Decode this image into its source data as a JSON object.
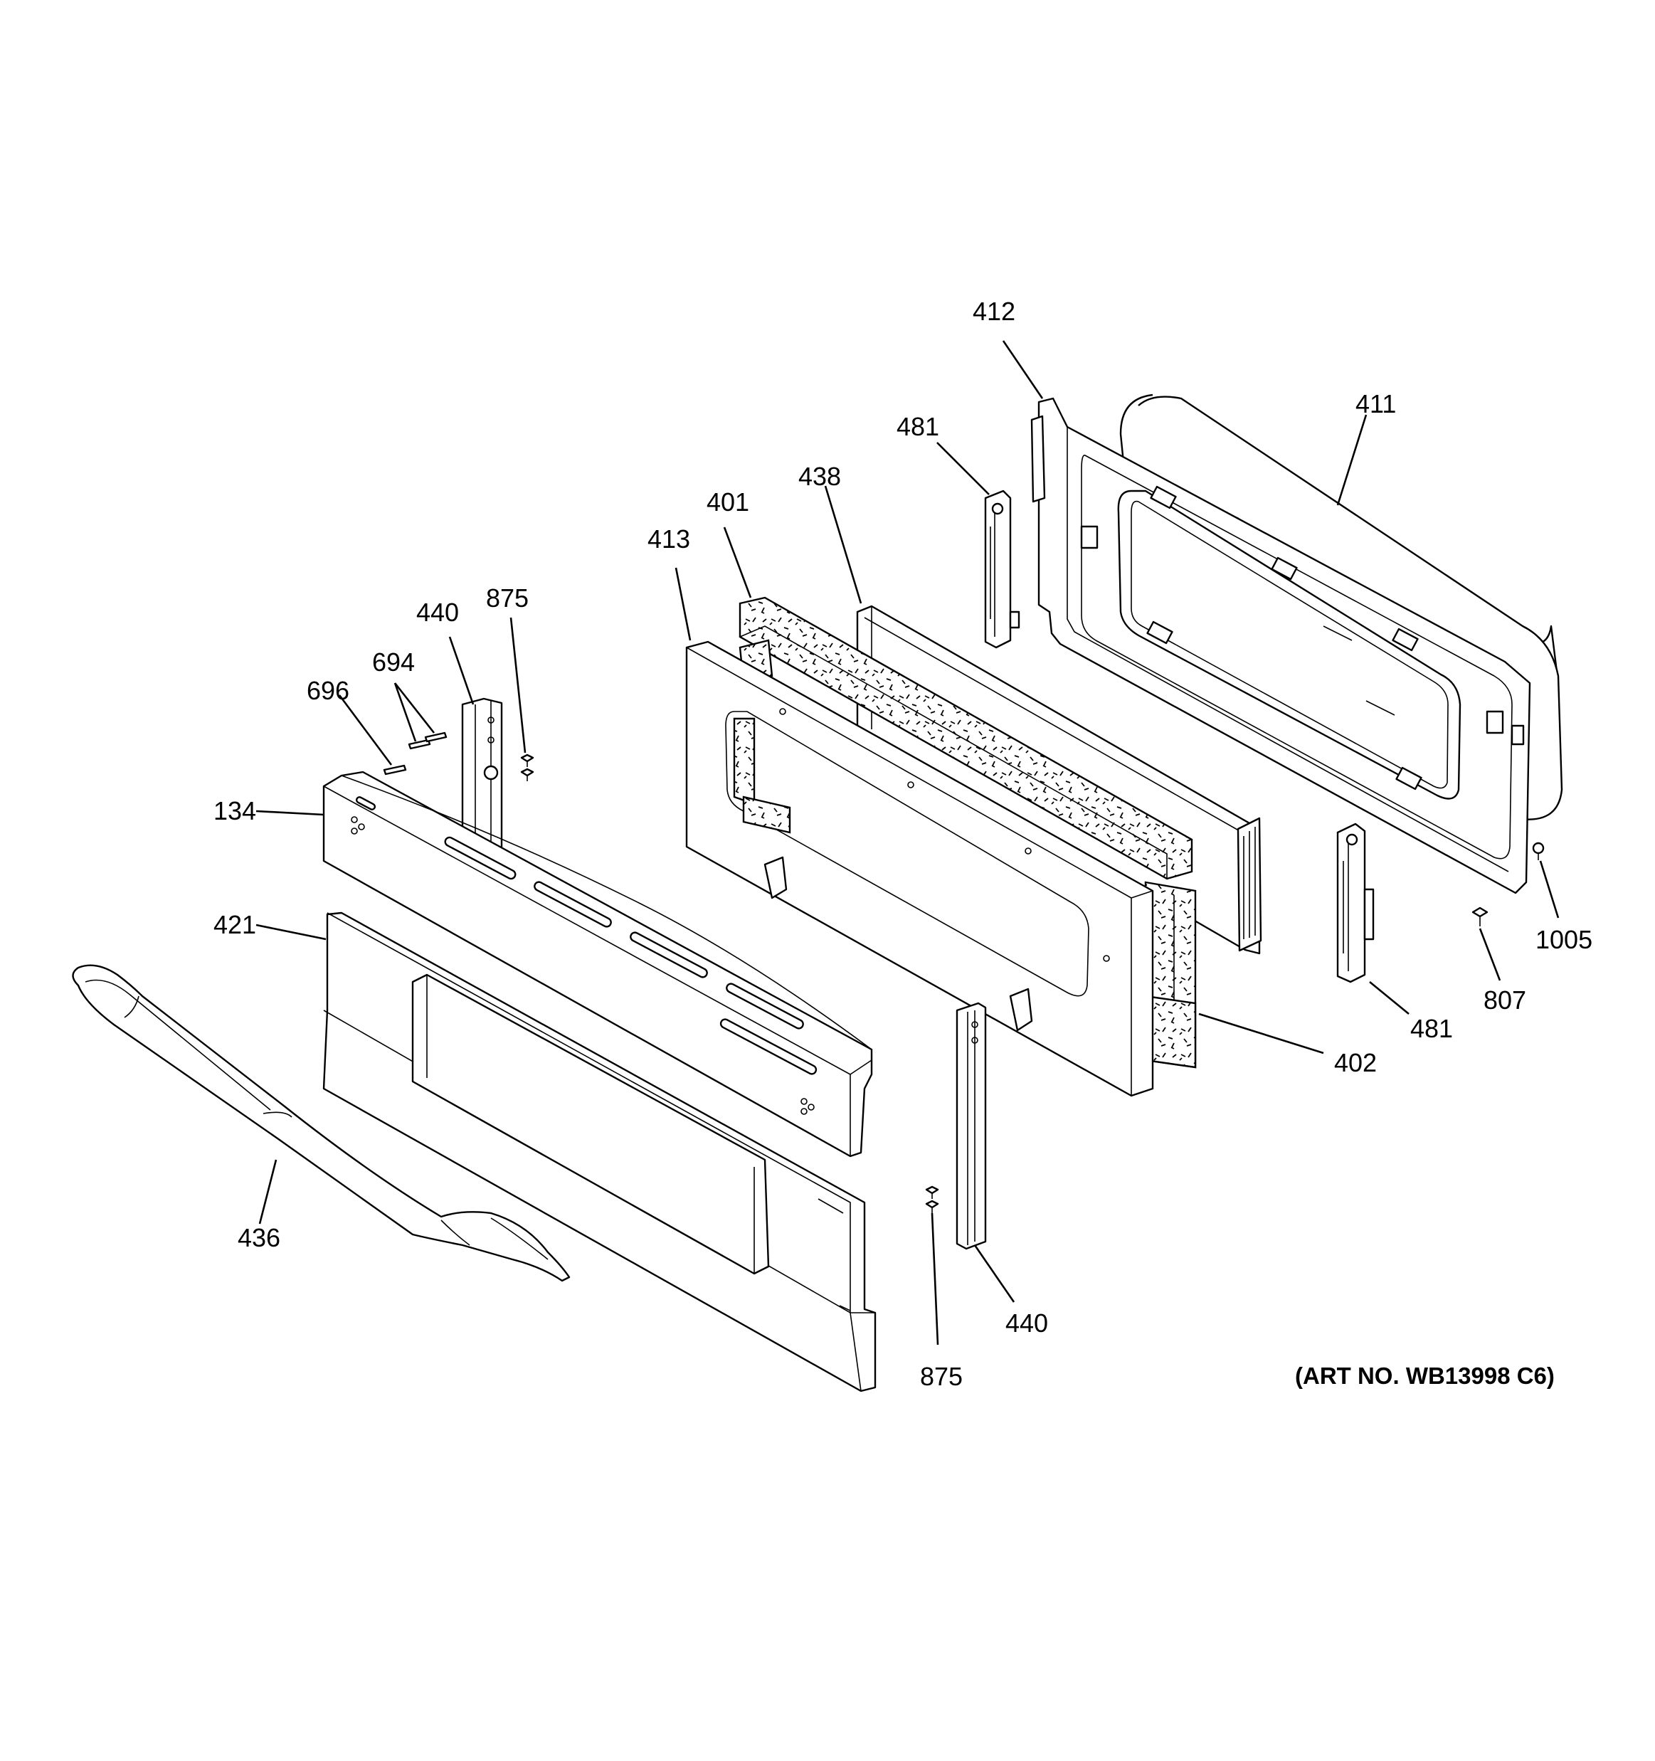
{
  "diagram": {
    "art_number": "(ART NO. WB13998 C6)",
    "callouts": {
      "c412": "412",
      "c411": "411",
      "c481_top": "481",
      "c438": "438",
      "c401": "401",
      "c413": "413",
      "c440_top": "440",
      "c875_top": "875",
      "c694": "694",
      "c696": "696",
      "c134": "134",
      "c421": "421",
      "c436": "436",
      "c440_bottom": "440",
      "c875_bottom": "875",
      "c402": "402",
      "c481_bottom": "481",
      "c807": "807",
      "c1005": "1005"
    }
  }
}
